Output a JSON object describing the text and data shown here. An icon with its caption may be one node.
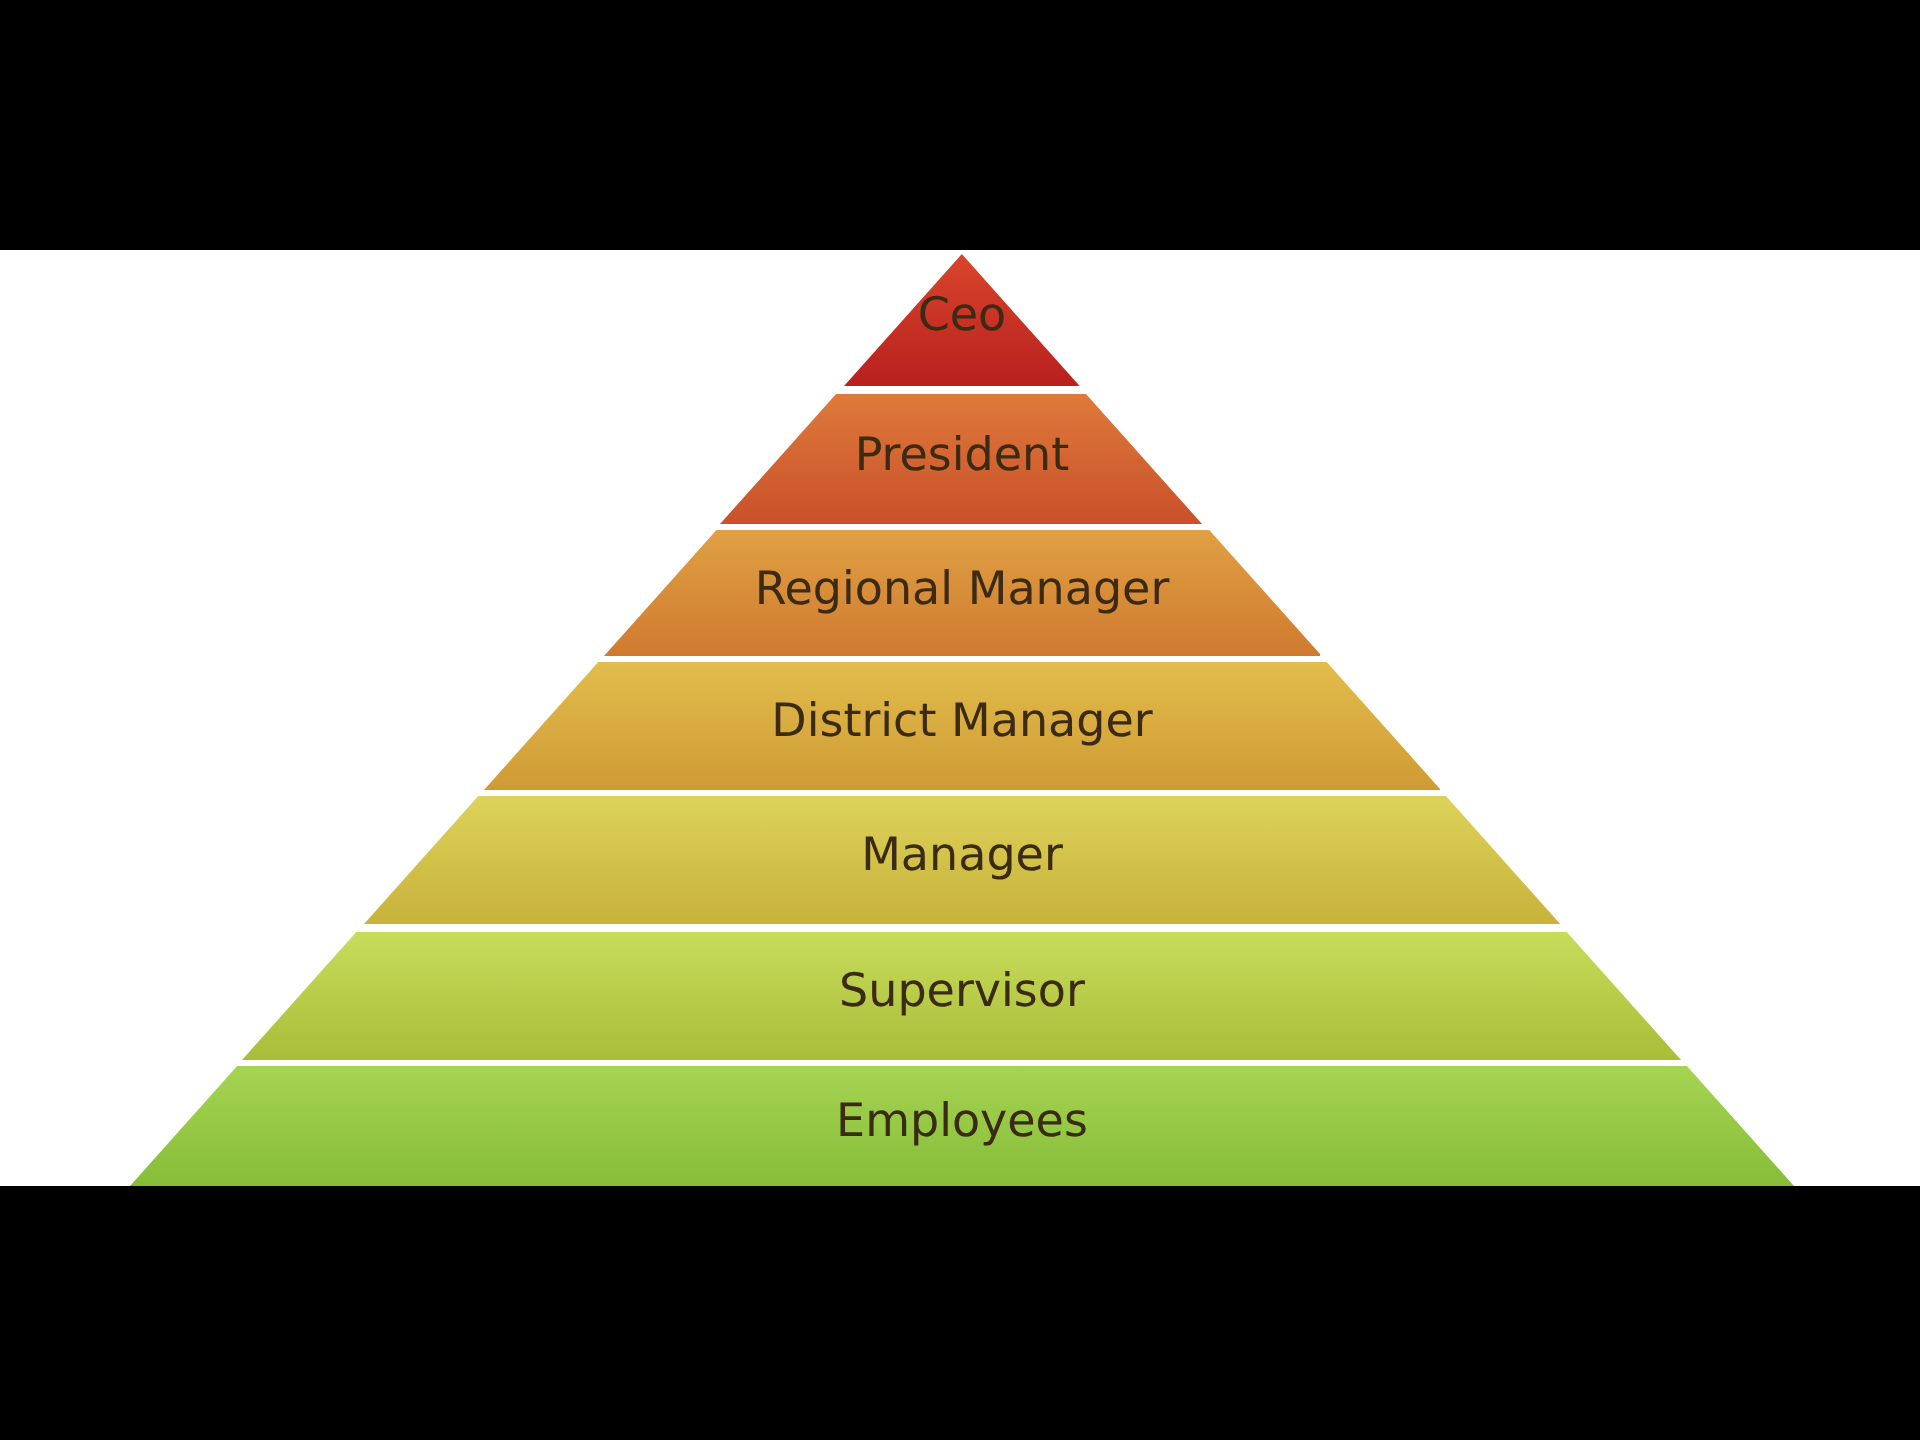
{
  "diagram": {
    "nodes": [
      {
        "text": [
          "Ceo"
        ]
      },
      {
        "text": [
          "President"
        ]
      },
      {
        "text": [
          "Regional Manager"
        ]
      },
      {
        "text": [
          "District Manager"
        ]
      },
      {
        "text": [
          "Manager"
        ]
      },
      {
        "text": [
          "Supervisor"
        ]
      },
      {
        "text": [
          "Employees"
        ]
      }
    ],
    "edges": []
  }
}
